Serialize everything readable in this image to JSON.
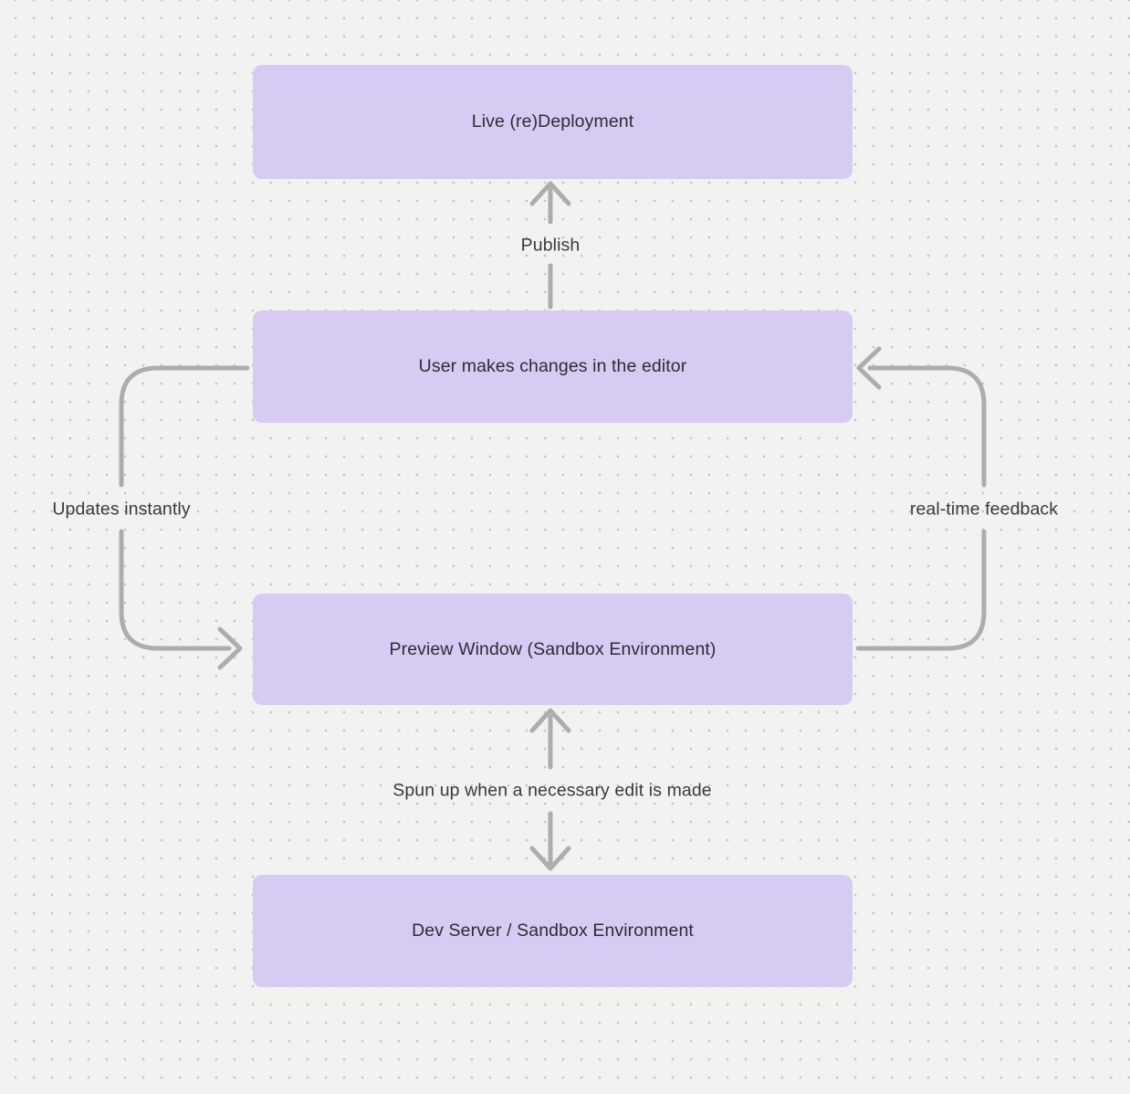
{
  "diagram": {
    "title": "editor-deployment-flow",
    "nodes": [
      {
        "id": "live-redeployment",
        "label": "Live (re)Deployment"
      },
      {
        "id": "user-editor",
        "label": "User makes changes in the editor"
      },
      {
        "id": "preview-window",
        "label": "Preview Window (Sandbox Environment)"
      },
      {
        "id": "dev-server",
        "label": "Dev Server / Sandbox Environment"
      }
    ],
    "edges": [
      {
        "id": "publish",
        "from": "user-editor",
        "to": "live-redeployment",
        "label": "Publish",
        "direction": "up"
      },
      {
        "id": "updates",
        "from": "user-editor",
        "to": "preview-window",
        "label": "Updates instantly",
        "direction": "down-left-loop"
      },
      {
        "id": "feedback",
        "from": "preview-window",
        "to": "user-editor",
        "label": "real-time feedback",
        "direction": "up-right-loop"
      },
      {
        "id": "spun-up",
        "from": "dev-server",
        "to": "preview-window",
        "label": "Spun up when a necessary edit is made",
        "direction": "bidirectional"
      }
    ],
    "palette": {
      "node_fill": "#d7cbf3",
      "connector": "#aeadad",
      "node_text": "#2c2c33",
      "label_text": "#3a3a3a",
      "background": "#f2f2f1",
      "grid_dot": "#c7c7c7"
    }
  }
}
